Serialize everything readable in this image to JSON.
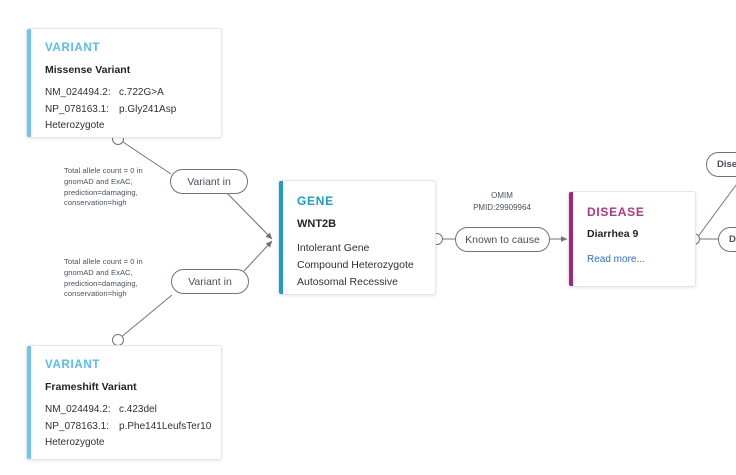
{
  "canvas": {
    "background": "#ffffff",
    "edge_color": "#6b7382"
  },
  "colors": {
    "variant_accent": "#6cc5f2",
    "variant_heading": "#56bdf0",
    "gene_accent": "#1e9cc6",
    "gene_heading": "#1e9cc6",
    "disease_accent": "#a4267c",
    "disease_heading": "#b0387f",
    "link": "#2f6fd0"
  },
  "nodes": {
    "variant_top": {
      "kind": "VARIANT",
      "title": "Missense Variant",
      "rows": [
        {
          "key": "NM_024494.2:",
          "value": "c.722G>A"
        },
        {
          "key": "NP_078163.1:",
          "value": "p.Gly241Asp"
        }
      ],
      "zygosity": "Heterozygote"
    },
    "variant_bottom": {
      "kind": "VARIANT",
      "title": "Frameshift Variant",
      "rows": [
        {
          "key": "NM_024494.2:",
          "value": "c.423del"
        },
        {
          "key": "NP_078163.1:",
          "value": "p.Phe141LeufsTer10"
        }
      ],
      "zygosity": "Heterozygote"
    },
    "gene": {
      "kind": "GENE",
      "title": "WNT2B",
      "attributes": [
        "Intolerant Gene",
        "Compound Heterozygote",
        "Autosomal Recessive"
      ]
    },
    "disease": {
      "kind": "DISEASE",
      "title": "Diarrhea 9",
      "read_more": "Read more..."
    },
    "offscreen_top_right": {
      "label": "Dise"
    },
    "offscreen_bottom_right": {
      "label": "D"
    }
  },
  "edges": {
    "variant_top_to_gene": {
      "pill": "Variant in",
      "note": "Total allele count = 0 in gnomAD and ExAC, prediction=damaging, conservation=high"
    },
    "variant_bottom_to_gene": {
      "pill": "Variant in",
      "note": "Total allele count = 0 in gnomAD and ExAC, prediction=damaging, conservation=high"
    },
    "gene_to_disease": {
      "pill": "Known to cause",
      "source_line1": "OMIM",
      "source_line2": "PMID:29909964"
    }
  }
}
